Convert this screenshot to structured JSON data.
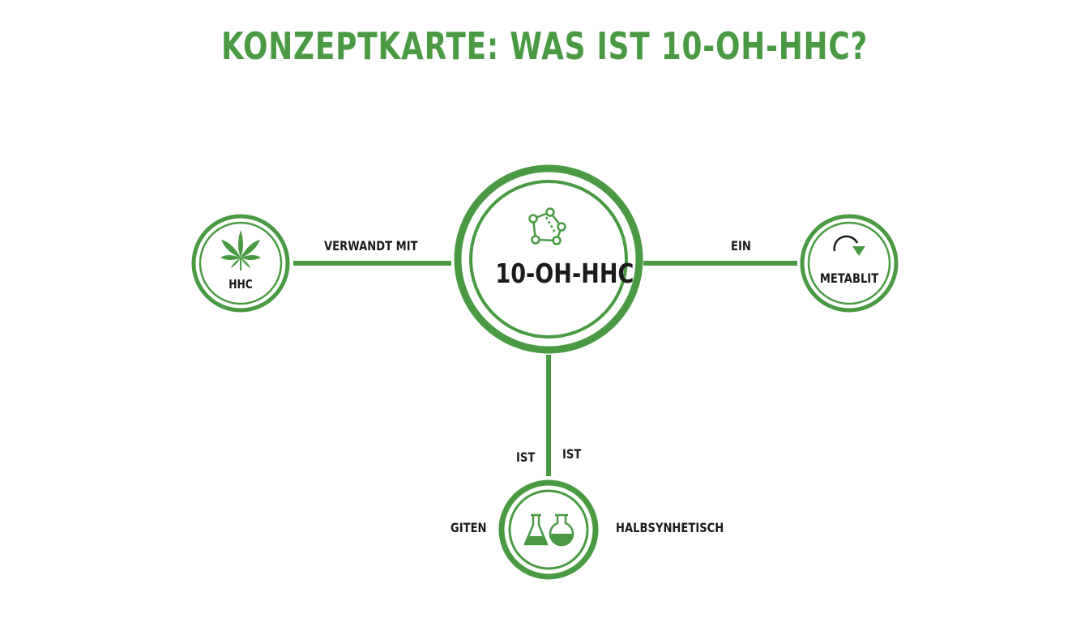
{
  "title": "KONZEPTKARTE: WAS IST 10-OH-HHC?",
  "colors": {
    "accent": "#4a9a44",
    "text": "#1b1b1b",
    "background": "#ffffff"
  },
  "center": {
    "label": "10-OH-HHC",
    "icon": "molecule-icon"
  },
  "nodes": {
    "left": {
      "label": "HHC",
      "icon": "cannabis-leaf-icon"
    },
    "right": {
      "label": "METABLIT",
      "icon": "redo-arrow-icon"
    },
    "bottom": {
      "icon": "flasks-icon"
    }
  },
  "edges": {
    "left_label": "VERWANDT MIT",
    "right_label": "EIN",
    "bottom_label_left": "IST",
    "bottom_label_right": "IST",
    "bottom_side_left": "GITEN",
    "bottom_side_right": "HALBSYNHETISCH"
  }
}
